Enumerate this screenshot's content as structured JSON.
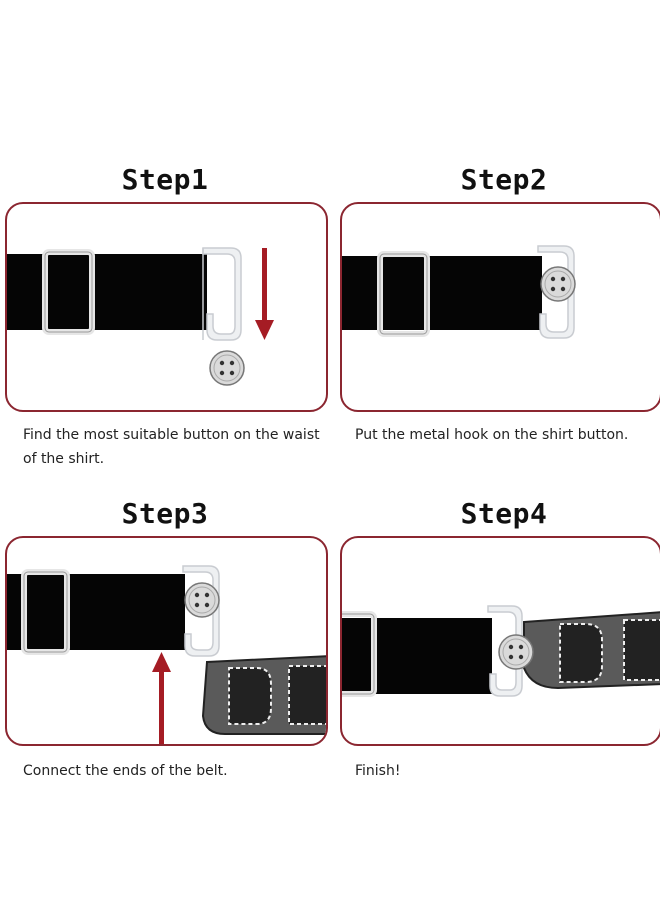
{
  "steps": [
    {
      "title": "Step1",
      "caption": "Find the most suitable button on the waist of the shirt."
    },
    {
      "title": "Step2",
      "caption": "Put the metal hook on the shirt button."
    },
    {
      "title": "Step3",
      "caption": "Connect the ends of the belt."
    },
    {
      "title": "Step4",
      "caption": "Finish!"
    }
  ],
  "colors": {
    "panel_border": "#8b2630",
    "arrow": "#a51c24",
    "belt": "#050505",
    "buckle": "#ffffff",
    "hook": "#e9ebee",
    "button": "#d9d9d9",
    "belt_gray": "#555555"
  },
  "icons": {
    "arrow": "arrow-icon",
    "button": "shirt-button-icon",
    "hook": "metal-hook-icon",
    "buckle": "slide-buckle-icon"
  }
}
